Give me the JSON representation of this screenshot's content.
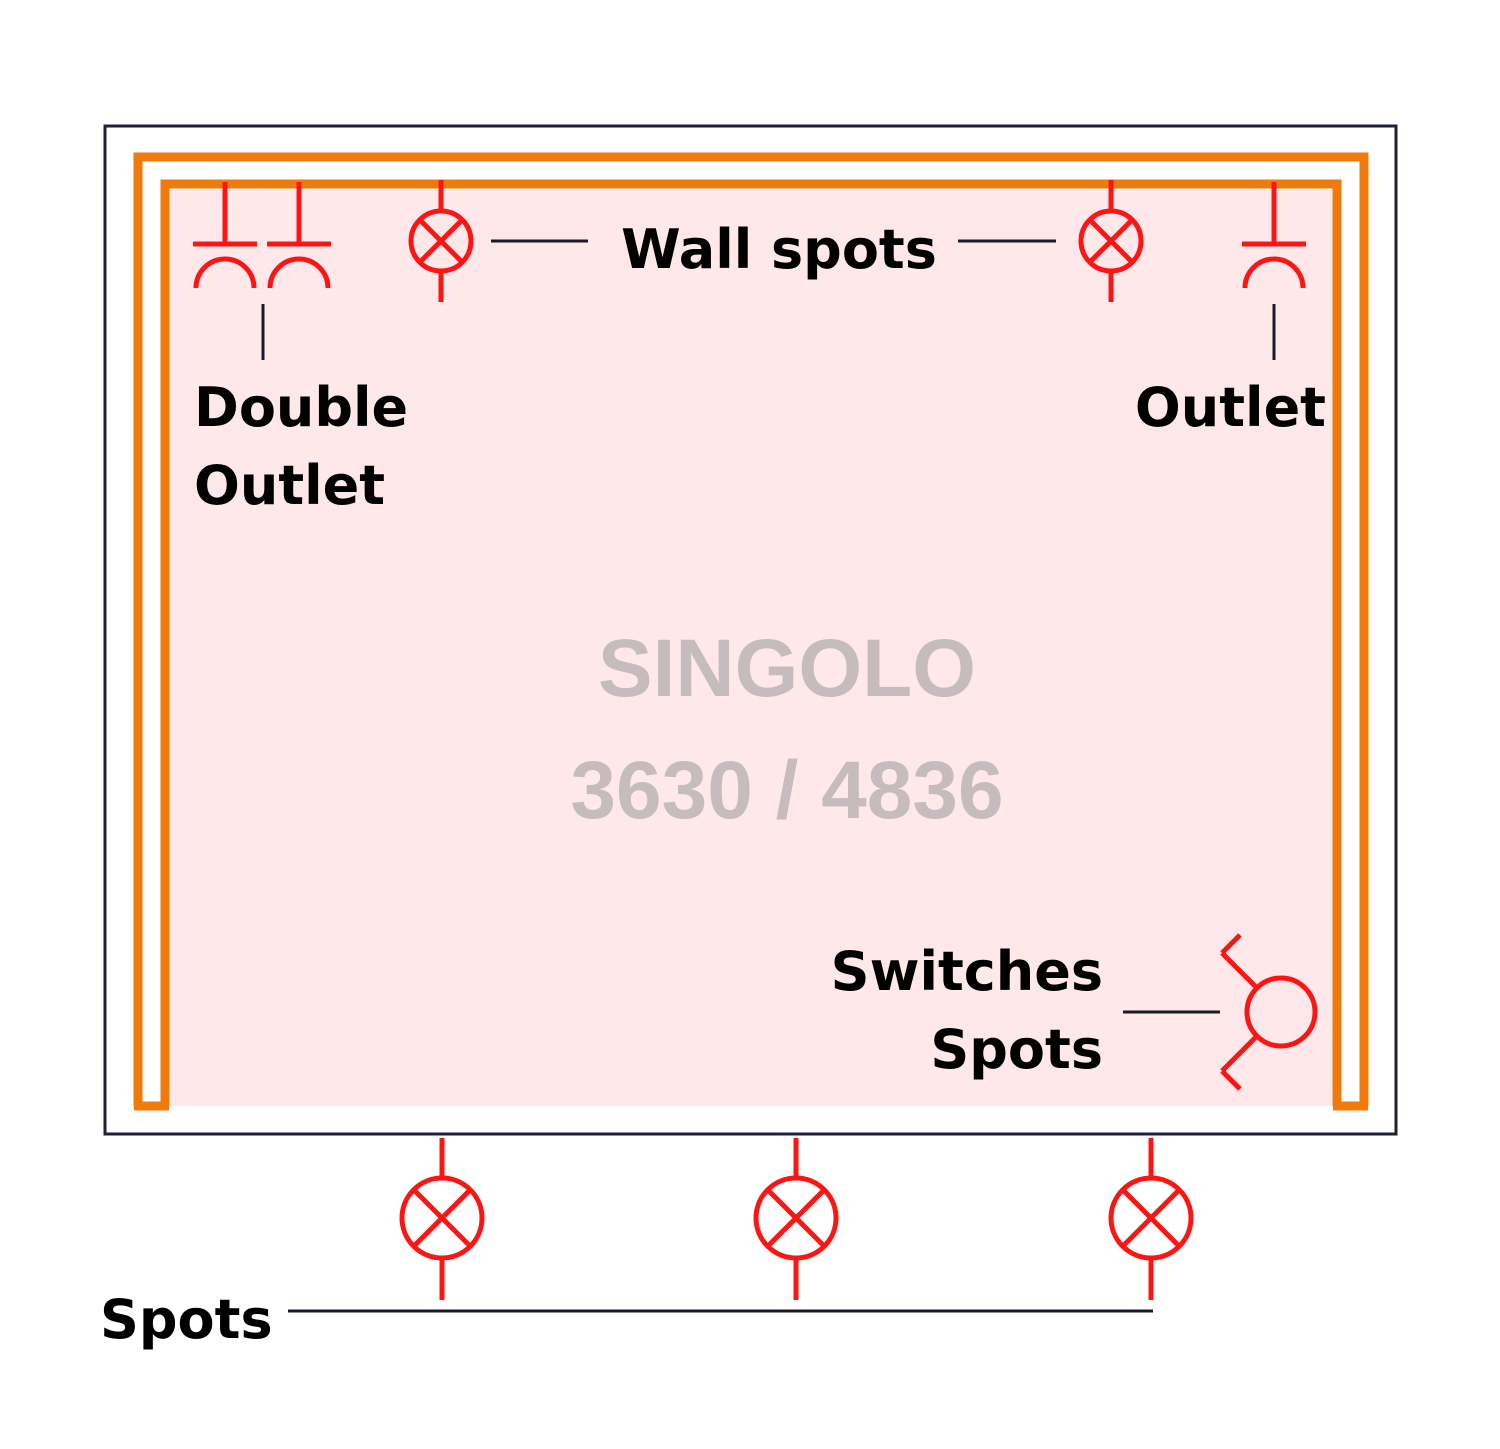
{
  "labels": {
    "wall_spots": "Wall spots",
    "double_outlet_line1": "Double",
    "double_outlet_line2": "Outlet",
    "outlet": "Outlet",
    "switches_line1": "Switches",
    "switches_line2": "Spots",
    "spots": "Spots"
  },
  "watermark": {
    "line1": "SINGOLO",
    "line2": "3630 / 4836"
  },
  "colors": {
    "wall_orange": "#f07a0c",
    "symbol_red": "#ff1414",
    "room_fill": "#ffe8ea",
    "frame": "#1e2035",
    "watermark": "#c6bcbe",
    "leader": "#1a1a2a"
  },
  "icons": [
    "wall-spot-icon",
    "double-outlet-icon",
    "outlet-icon",
    "switch-icon",
    "ceiling-spot-icon"
  ]
}
